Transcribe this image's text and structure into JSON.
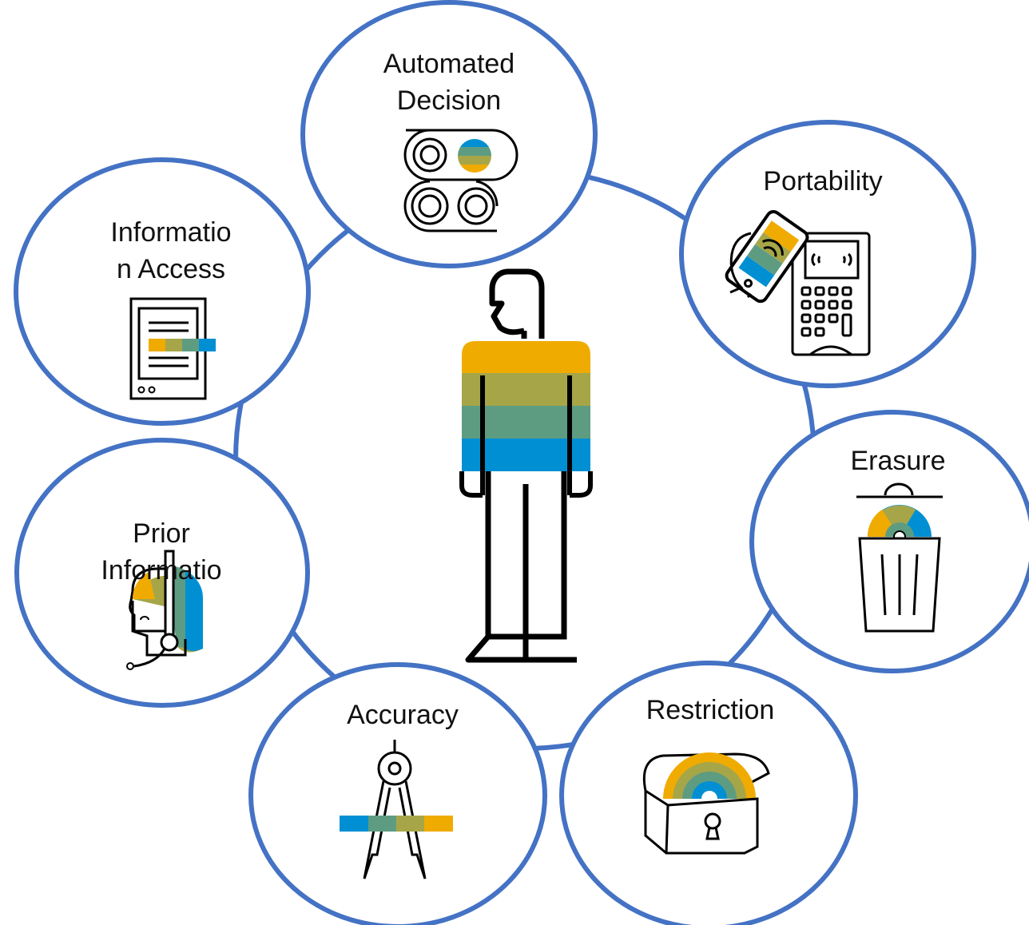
{
  "diagram": {
    "colors": {
      "ring": "#4472C4",
      "stroke": "#000000",
      "gold": "#F0AB00",
      "olive": "#A6A649",
      "teal": "#5E9C82",
      "blue": "#008FD3"
    },
    "center": {
      "icon": "person-icon"
    },
    "nodes": [
      {
        "label": "Automated\nDecision",
        "icon": "rollers-icon"
      },
      {
        "label": "Portability",
        "icon": "phone-payment-icon"
      },
      {
        "label": "Erasure",
        "icon": "trash-can-icon"
      },
      {
        "label": "Restriction",
        "icon": "treasure-chest-icon"
      },
      {
        "label": "Accuracy",
        "icon": "compass-icon"
      },
      {
        "label": "Prior\nInformatio",
        "icon": "headset-agent-icon"
      },
      {
        "label": "Informatio\nn Access",
        "icon": "document-icon"
      }
    ]
  }
}
